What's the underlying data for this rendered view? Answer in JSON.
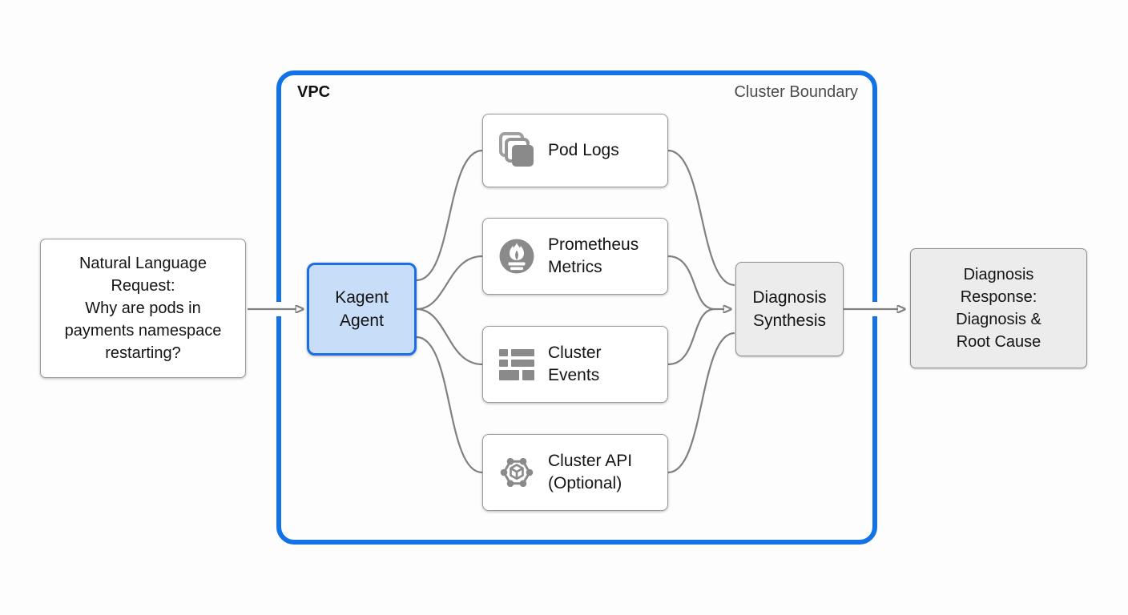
{
  "diagram": {
    "vpc_label": "VPC",
    "boundary_label": "Cluster Boundary",
    "colors": {
      "boundary_blue": "#1273e6",
      "agent_fill": "#c7ddf8",
      "agent_border": "#1a6fe3",
      "connector_gray": "#808080",
      "icon_gray": "#8a8a8a",
      "gray_node_fill": "#ececec",
      "white_node_fill": "#ffffff"
    },
    "nodes": {
      "request": {
        "lines": [
          "Natural Language",
          "Request:",
          "Why are pods in",
          "payments namespace",
          "restarting?"
        ]
      },
      "agent": {
        "lines": [
          "Kagent",
          "Agent"
        ]
      },
      "pod_logs": {
        "label": "Pod Logs",
        "icon": "stacked-layers-icon"
      },
      "prometheus": {
        "lines": [
          "Prometheus",
          "Metrics"
        ],
        "icon": "prometheus-flame-icon"
      },
      "cluster_events": {
        "lines": [
          "Cluster",
          "Events"
        ],
        "icon": "grid-table-icon"
      },
      "cluster_api": {
        "lines": [
          "Cluster API",
          "(Optional)"
        ],
        "icon": "hexagon-nodes-cube-icon"
      },
      "synthesis": {
        "lines": [
          "Diagnosis",
          "Synthesis"
        ]
      },
      "response": {
        "lines": [
          "Diagnosis",
          "Response:",
          "Diagnosis &",
          "Root Cause"
        ]
      }
    }
  }
}
